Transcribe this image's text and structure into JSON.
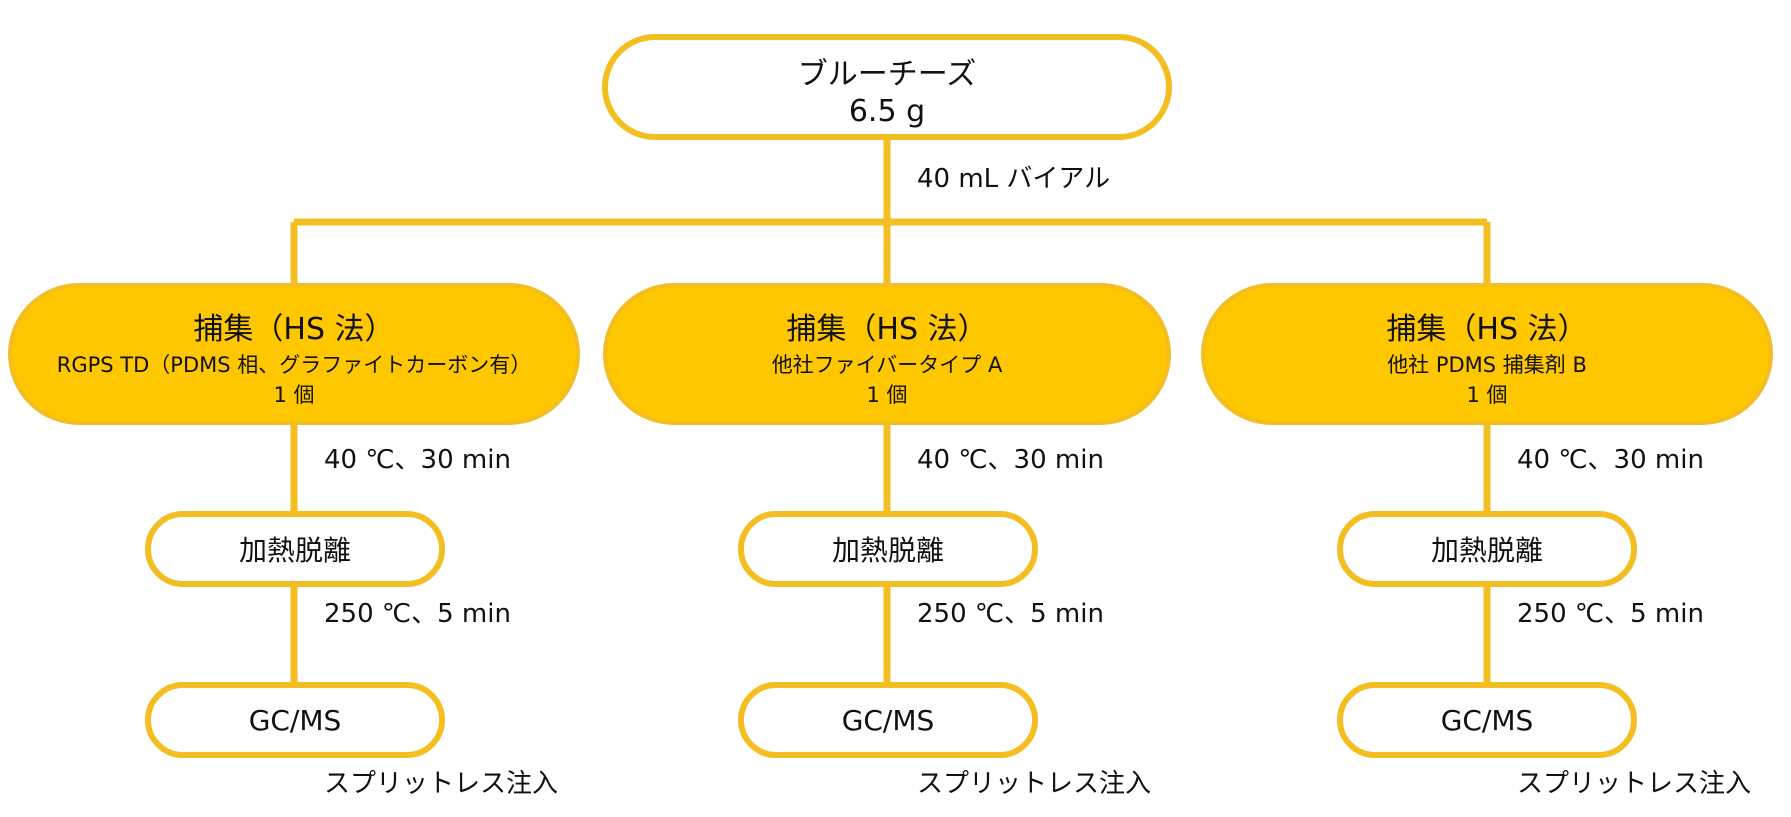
{
  "colors": {
    "accent": "#FFC700",
    "stroke": "#F2BE22",
    "text": "#111111",
    "background": "#FFFFFF"
  },
  "root": {
    "line1": "ブルーチーズ",
    "line2": "6.5 g",
    "vial_label": "40 mL バイアル"
  },
  "branches": [
    {
      "capture_title": "捕集（HS 法）",
      "capture_sub": "RGPS TD（PDMS 相、グラファイトカーボン有）",
      "capture_count": "1 個",
      "capture_condition": "40 ℃、30 min",
      "desorption": "加熱脱離",
      "desorption_condition": "250 ℃、5 min",
      "analysis": "GC/MS",
      "injection": "スプリットレス注入"
    },
    {
      "capture_title": "捕集（HS 法）",
      "capture_sub": "他社ファイバータイプ A",
      "capture_count": "1 個",
      "capture_condition": "40 ℃、30 min",
      "desorption": "加熱脱離",
      "desorption_condition": "250 ℃、5 min",
      "analysis": "GC/MS",
      "injection": "スプリットレス注入"
    },
    {
      "capture_title": "捕集（HS 法）",
      "capture_sub": "他社 PDMS 捕集剤 B",
      "capture_count": "1 個",
      "capture_condition": "40 ℃、30 min",
      "desorption": "加熱脱離",
      "desorption_condition": "250 ℃、5 min",
      "analysis": "GC/MS",
      "injection": "スプリットレス注入"
    }
  ]
}
